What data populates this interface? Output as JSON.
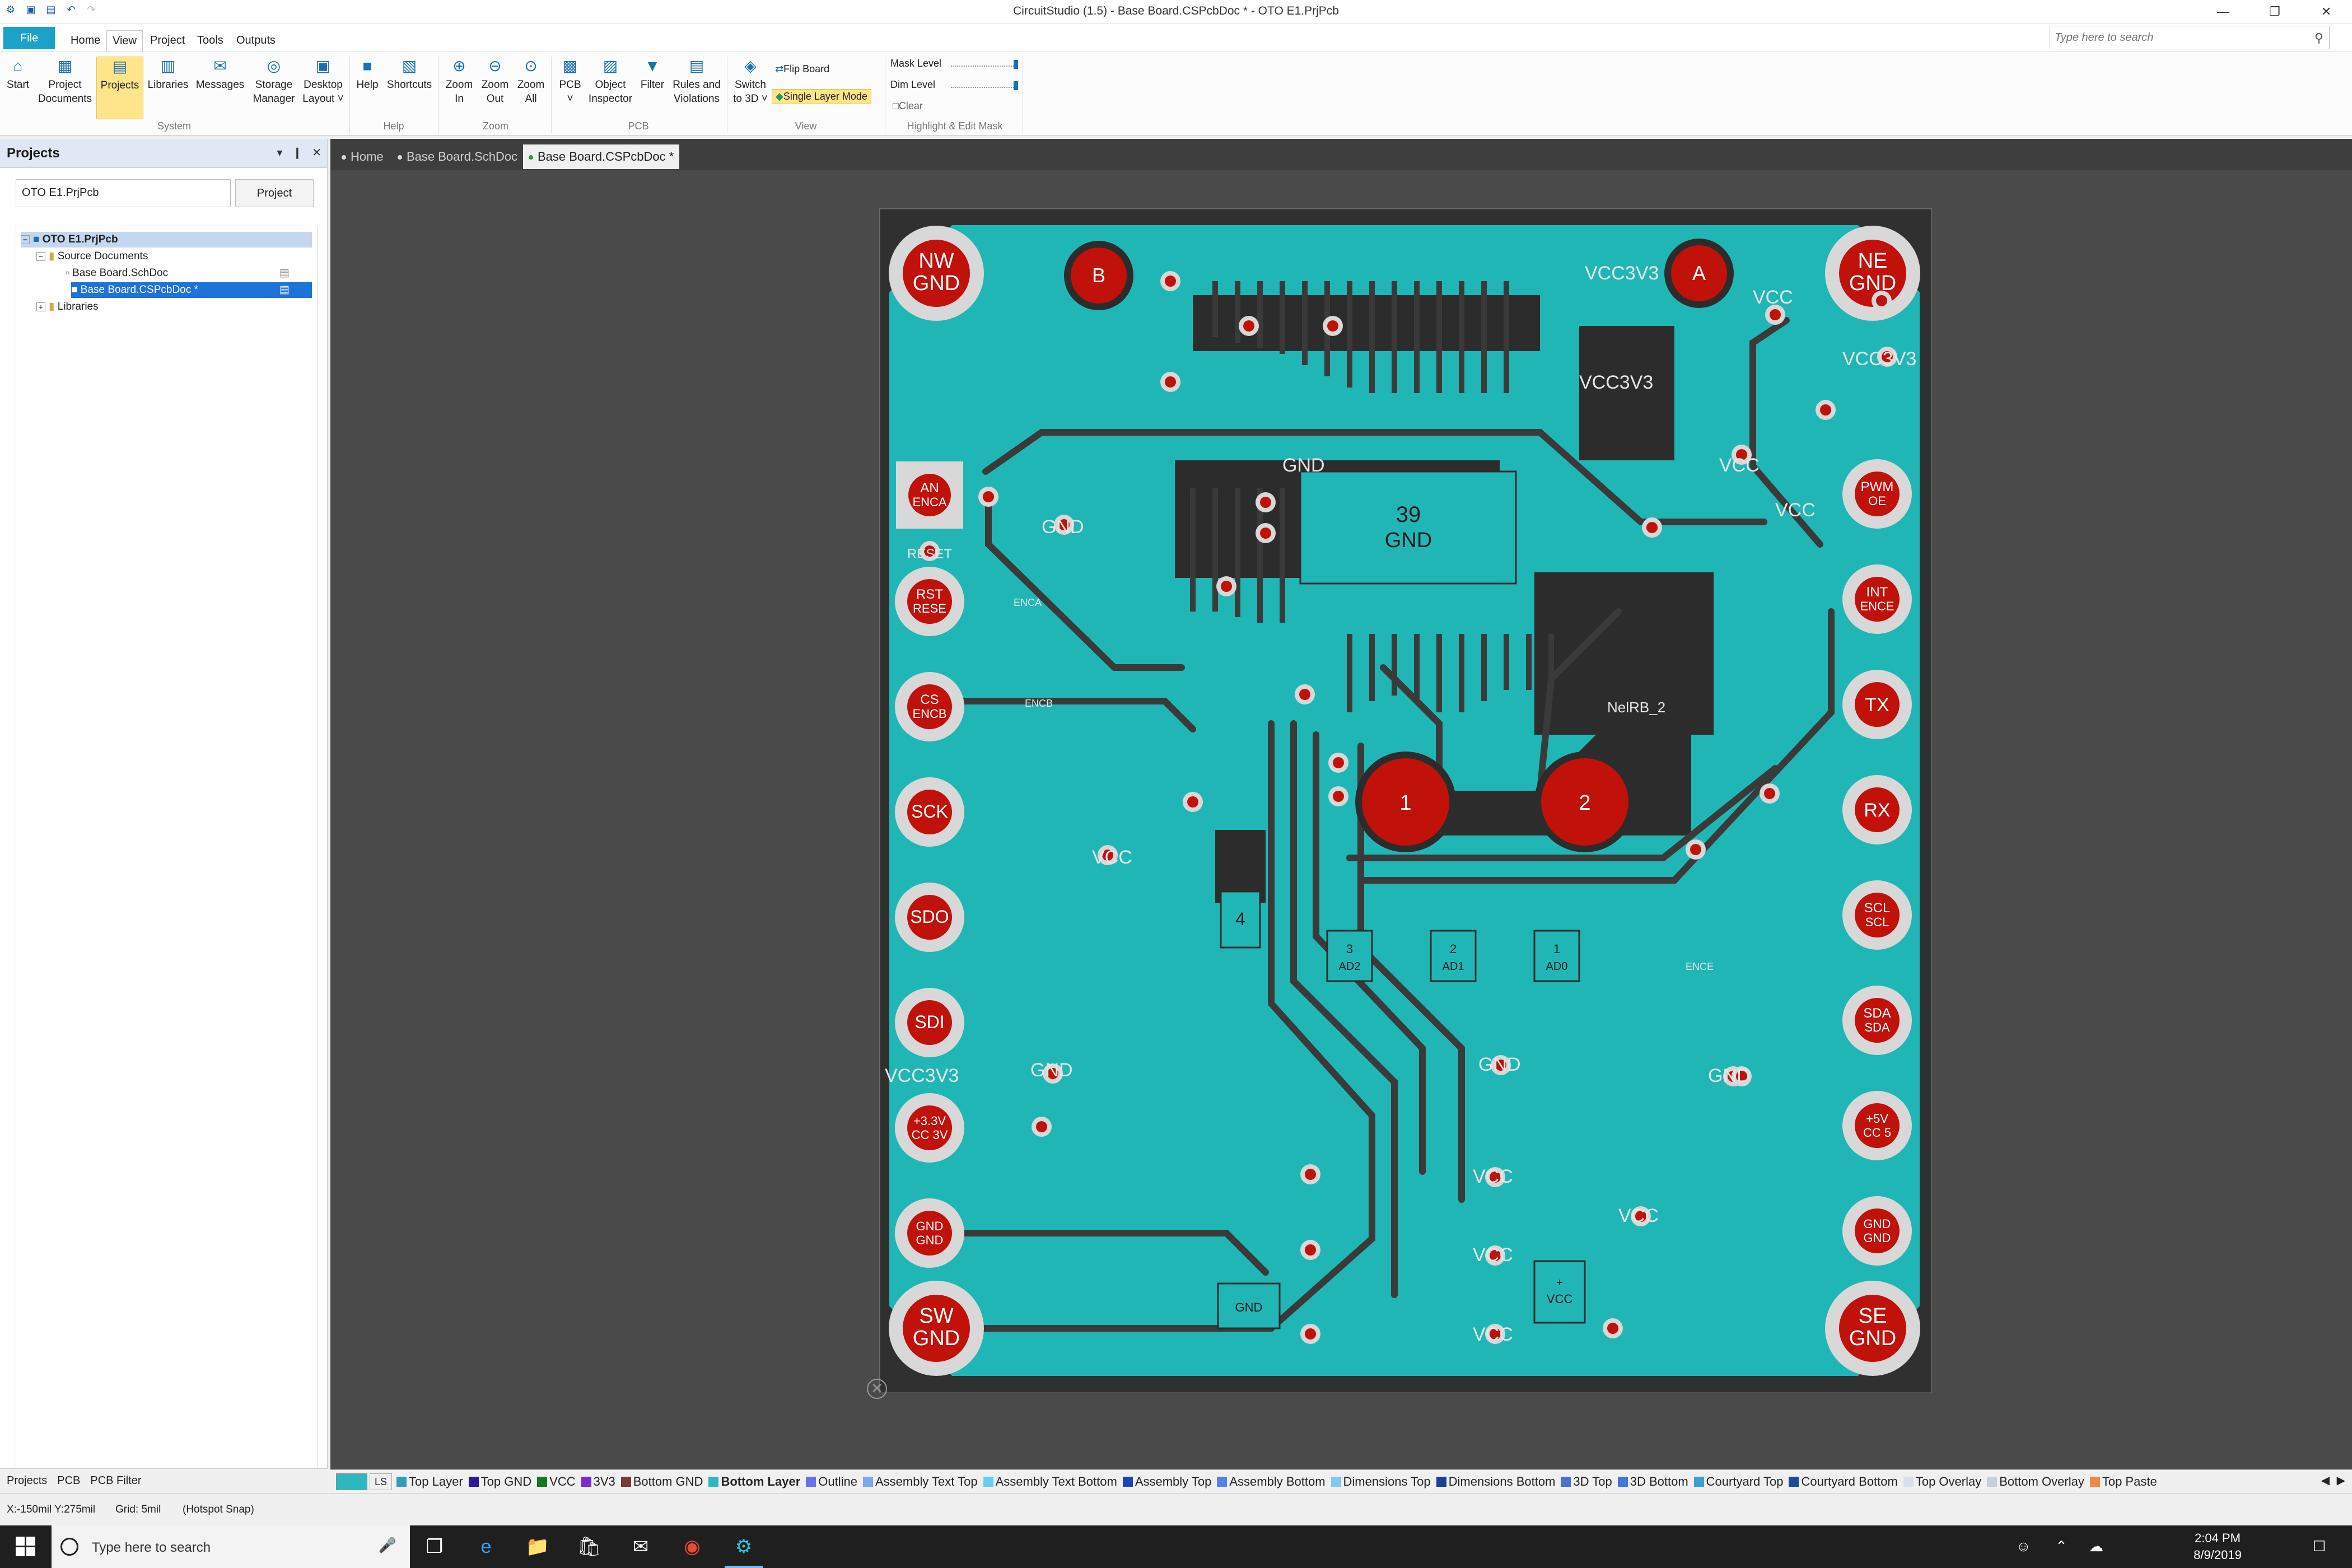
{
  "window": {
    "title": "CircuitStudio (1.5) - Base Board.CSPcbDoc * - OTO E1.PrjPcb",
    "qat": [
      "app-logo-icon",
      "save-icon",
      "save-all-icon",
      "undo-icon",
      "redo-icon"
    ],
    "controls": [
      "—",
      "❐",
      "✕"
    ]
  },
  "ribbon_tabs": [
    "File",
    "Home",
    "View",
    "Project",
    "Tools",
    "Outputs"
  ],
  "search": {
    "placeholder": "Type here to search"
  },
  "ribbon": {
    "buttons": [
      {
        "label1": "Start",
        "label2": "",
        "icon": "⌂"
      },
      {
        "label1": "Project",
        "label2": "Documents",
        "icon": "▦"
      },
      {
        "label1": "Projects",
        "label2": "",
        "icon": "▤"
      },
      {
        "label1": "Libraries",
        "label2": "",
        "icon": "▥"
      },
      {
        "label1": "Messages",
        "label2": "",
        "icon": "✉"
      },
      {
        "label1": "Storage",
        "label2": "Manager",
        "icon": "◎"
      },
      {
        "label1": "Desktop",
        "label2": "Layout ˅",
        "icon": "▣"
      },
      {
        "label1": "Help",
        "label2": "",
        "icon": "■"
      },
      {
        "label1": "Shortcuts",
        "label2": "",
        "icon": "▧"
      },
      {
        "label1": "Zoom",
        "label2": "In",
        "icon": "⊕"
      },
      {
        "label1": "Zoom",
        "label2": "Out",
        "icon": "⊖"
      },
      {
        "label1": "Zoom",
        "label2": "All",
        "icon": "⊙"
      },
      {
        "label1": "PCB",
        "label2": "˅",
        "icon": "▩"
      },
      {
        "label1": "Object",
        "label2": "Inspector",
        "icon": "▨"
      },
      {
        "label1": "Filter",
        "label2": "",
        "icon": "▼"
      },
      {
        "label1": "Rules and",
        "label2": "Violations",
        "icon": "▤"
      },
      {
        "label1": "Switch",
        "label2": "to 3D ˅",
        "icon": "◈"
      }
    ],
    "groups": [
      "System",
      "Help",
      "Zoom",
      "PCB",
      "View",
      "Highlight & Edit Mask"
    ],
    "flip_board": "Flip Board",
    "single_layer_mode": "Single Layer Mode",
    "mask_level": "Mask Level",
    "dim_level": "Dim Level",
    "clear": "Clear"
  },
  "panel": {
    "title": "Projects",
    "controls": [
      "▾",
      "❙",
      "✕"
    ],
    "project_input": "OTO E1.PrjPcb",
    "project_button": "Project",
    "tree": [
      {
        "label": "OTO E1.PrjPcb",
        "exp": "−"
      },
      {
        "label": "Source Documents",
        "exp": "−"
      },
      {
        "label": "Base Board.SchDoc",
        "exp": ""
      },
      {
        "label": "Base Board.CSPcbDoc *",
        "exp": ""
      },
      {
        "label": "Libraries",
        "exp": "+"
      }
    ],
    "bottom_tabs": [
      "Projects",
      "PCB",
      "PCB Filter"
    ]
  },
  "doc_tabs": [
    "Home",
    "Base Board.SchDoc",
    "Base Board.CSPcbDoc *"
  ],
  "board": {
    "corner_holes": [
      {
        "l1": "NW",
        "l2": "GND"
      },
      {
        "l1": "NE",
        "l2": "GND"
      },
      {
        "l1": "SW",
        "l2": "GND"
      },
      {
        "l1": "SE",
        "l2": "GND"
      }
    ],
    "mount": [
      "B",
      "A",
      "1",
      "2"
    ],
    "left_pads": [
      {
        "l1": "AN",
        "l2": "ENCA"
      },
      {
        "l1": "RST",
        "l2": "RESE"
      },
      {
        "l1": "CS",
        "l2": "ENCB"
      },
      {
        "l1": "SCK",
        "l2": ""
      },
      {
        "l1": "SDO",
        "l2": ""
      },
      {
        "l1": "SDI",
        "l2": ""
      },
      {
        "l1": "+3.3V",
        "l2": "CC 3V"
      },
      {
        "l1": "GND",
        "l2": "GND"
      }
    ],
    "right_pads": [
      {
        "l1": "PWM",
        "l2": "OE"
      },
      {
        "l1": "INT",
        "l2": "ENCE"
      },
      {
        "l1": "TX",
        "l2": ""
      },
      {
        "l1": "RX",
        "l2": ""
      },
      {
        "l1": "SCL",
        "l2": "SCL"
      },
      {
        "l1": "SDA",
        "l2": "SDA"
      },
      {
        "l1": "+5V",
        "l2": "CC 5"
      },
      {
        "l1": "GND",
        "l2": "GND"
      }
    ],
    "chip_l1": "39",
    "chip_l2": "GND",
    "pads_small": [
      {
        "l1": "3",
        "l2": "AD2"
      },
      {
        "l1": "2",
        "l2": "AD1"
      },
      {
        "l1": "1",
        "l2": "AD0"
      }
    ],
    "pad4": "4",
    "gnd_pad": "GND",
    "vcc_pad_l1": "+",
    "vcc_pad_l2": "VCC",
    "net_labels": [
      {
        "t": "VCC3V3"
      },
      {
        "t": "VCC3V3"
      },
      {
        "t": "VCC3V3"
      },
      {
        "t": "VCC3V3"
      },
      {
        "t": "GND"
      },
      {
        "t": "GND"
      },
      {
        "t": "GND"
      },
      {
        "t": "GND"
      },
      {
        "t": "GND"
      },
      {
        "t": "VCC"
      },
      {
        "t": "VCC"
      },
      {
        "t": "VCC"
      },
      {
        "t": "VCC"
      },
      {
        "t": "VCC"
      },
      {
        "t": "RESET"
      },
      {
        "t": "ENCA"
      },
      {
        "t": "ENCB"
      },
      {
        "t": "ENCE"
      },
      {
        "t": "NelRB_2"
      },
      {
        "t": "VCC"
      },
      {
        "t": "VCC"
      },
      {
        "t": "VCC"
      }
    ]
  },
  "layers": [
    {
      "name": "Top Layer",
      "color": "#2f9fb5",
      "bold": false
    },
    {
      "name": "Top GND",
      "color": "#2b1b9b",
      "bold": false
    },
    {
      "name": "VCC",
      "color": "#157a1f",
      "bold": false
    },
    {
      "name": "3V3",
      "color": "#7b2bd6",
      "bold": false
    },
    {
      "name": "Bottom GND",
      "color": "#7a3a36",
      "bold": false
    },
    {
      "name": "Bottom Layer",
      "color": "#2db8c0",
      "bold": true
    },
    {
      "name": "Outline",
      "color": "#6a6ef0",
      "bold": false
    },
    {
      "name": "Assembly Text Top",
      "color": "#7aa9f0",
      "bold": false
    },
    {
      "name": "Assembly Text Bottom",
      "color": "#5fd0f0",
      "bold": false
    },
    {
      "name": "Assembly Top",
      "color": "#1b46b8",
      "bold": false
    },
    {
      "name": "Assembly Bottom",
      "color": "#5580ee",
      "bold": false
    },
    {
      "name": "Dimensions Top",
      "color": "#7fc8f0",
      "bold": false
    },
    {
      "name": "Dimensions Bottom",
      "color": "#1c3f9a",
      "bold": false
    },
    {
      "name": "3D Top",
      "color": "#4a6fd6",
      "bold": false
    },
    {
      "name": "3D Bottom",
      "color": "#3f78e0",
      "bold": false
    },
    {
      "name": "Courtyard Top",
      "color": "#3a9fd8",
      "bold": false
    },
    {
      "name": "Courtyard Bottom",
      "color": "#1d4b9e",
      "bold": false
    },
    {
      "name": "Top Overlay",
      "color": "#d8dfe8",
      "bold": false
    },
    {
      "name": "Bottom Overlay",
      "color": "#c8cfd6",
      "bold": false
    },
    {
      "name": "Top Paste",
      "color": "#f0884a",
      "bold": false
    }
  ],
  "layer_set_label": "LS",
  "status": {
    "coords": "X:-150mil Y:275mil",
    "grid": "Grid: 5mil",
    "snap": "(Hotspot Snap)"
  },
  "taskbar": {
    "search": "Type here to search",
    "time": "2:04 PM",
    "date": "8/9/2019"
  }
}
